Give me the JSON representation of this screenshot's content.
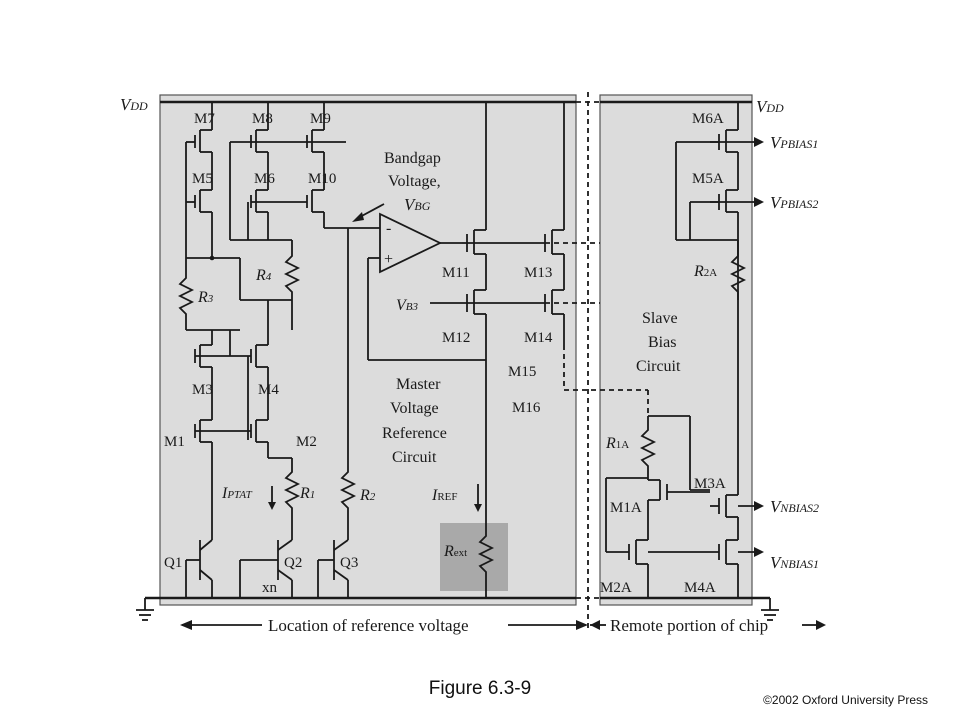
{
  "labels": {
    "vdd_left": "V",
    "vdd_left_sub": "DD",
    "vdd_right": "V",
    "vdd_right_sub": "DD",
    "m7": "M7",
    "m8": "M8",
    "m9": "M9",
    "m5": "M5",
    "m6": "M6",
    "m10": "M10",
    "r3": "R",
    "r3_sub": "3",
    "r4": "R",
    "r4_sub": "4",
    "m3": "M3",
    "m4": "M4",
    "m1": "M1",
    "m2": "M2",
    "iptat": "I",
    "iptat_sub": "PTAT",
    "r1": "R",
    "r1_sub": "1",
    "r2": "R",
    "r2_sub": "2",
    "q1": "Q1",
    "q2": "Q2",
    "q3": "Q3",
    "xn": "xn",
    "bandgap_1": "Bandgap",
    "bandgap_2": "Voltage,",
    "vbg": "V",
    "vbg_sub": "BG",
    "opamp_minus": "-",
    "opamp_plus": "+",
    "m11": "M11",
    "m13": "M13",
    "vb3": "V",
    "vb3_sub": "B3",
    "m12": "M12",
    "m14": "M14",
    "m15": "M15",
    "m16": "M16",
    "master_1": "Master",
    "master_2": "Voltage",
    "master_3": "Reference",
    "master_4": "Circuit",
    "iref": "I",
    "iref_sub": "REF",
    "rext": "R",
    "rext_sub": "ext",
    "m6a": "M6A",
    "m5a": "M5A",
    "vpbias1": "V",
    "vpbias1_sub": "PBIAS1",
    "vpbias2": "V",
    "vpbias2_sub": "PBIAS2",
    "r2a": "R",
    "r2a_sub": "2A",
    "slave_1": "Slave",
    "slave_2": "Bias",
    "slave_3": "Circuit",
    "r1a": "R",
    "r1a_sub": "1A",
    "m3a": "M3A",
    "m1a": "M1A",
    "vnbias2": "V",
    "vnbias2_sub": "NBIAS2",
    "vnbias1": "V",
    "vnbias1_sub": "NBIAS1",
    "m2a": "M2A",
    "m4a": "M4A",
    "location": "Location of reference voltage",
    "remote": "Remote portion of chip"
  },
  "caption": "Figure 6.3-9",
  "copyright": "©2002 Oxford University Press",
  "colors": {
    "panel": "#dcdcdc",
    "rext_box": "#a9a9a9",
    "wire": "#1a1a1a"
  }
}
